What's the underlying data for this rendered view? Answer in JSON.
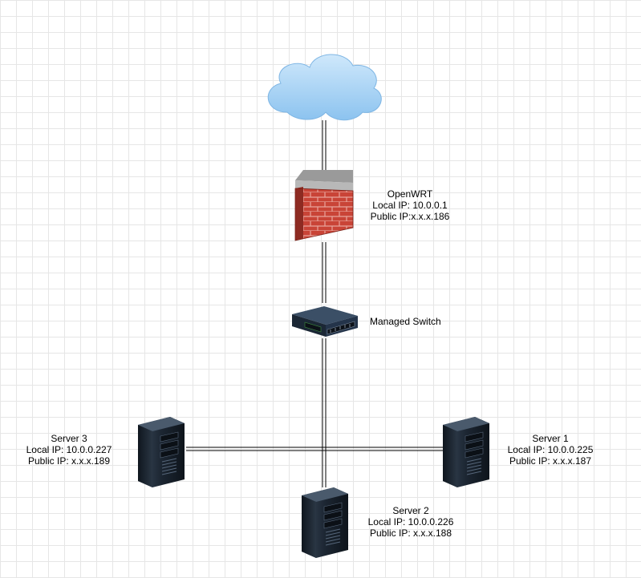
{
  "nodes": {
    "router": {
      "name": "OpenWRT",
      "local_ip": "Local IP: 10.0.0.1",
      "public_ip": "Public IP:x.x.x.186"
    },
    "switch": {
      "name": "Managed Switch"
    },
    "server1": {
      "name": "Server 1",
      "local_ip": "Local IP: 10.0.0.225",
      "public_ip": "Public IP: x.x.x.187"
    },
    "server2": {
      "name": "Server 2",
      "local_ip": "Local IP: 10.0.0.226",
      "public_ip": "Public IP: x.x.x.188"
    },
    "server3": {
      "name": "Server 3",
      "local_ip": "Local IP: 10.0.0.227",
      "public_ip": "Public IP: x.x.x.189"
    }
  },
  "colors": {
    "cloud": "#a9d4f5",
    "firewall_brick": "#c0392b",
    "server_body": "#1f2a36"
  },
  "icons": [
    "cloud-icon",
    "firewall-icon",
    "switch-icon",
    "server-icon"
  ]
}
